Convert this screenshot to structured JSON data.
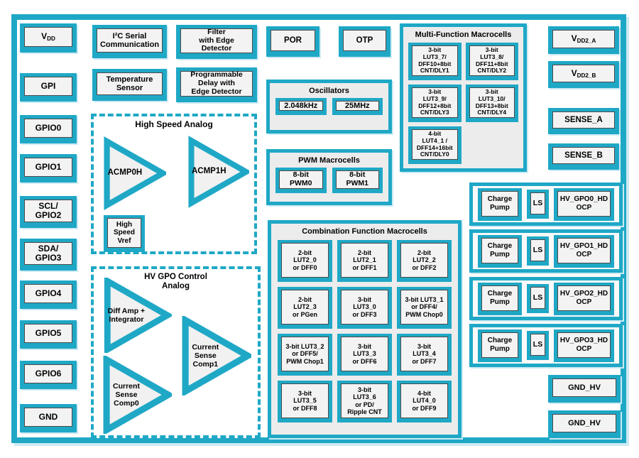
{
  "colors": {
    "teal": "#1fa8c6",
    "core_bg": "#f3f3f3",
    "core_border": "#4a4a4a",
    "group_bg": "#ececec"
  },
  "left_pins": [
    {
      "pre": "V",
      "sub": "DD"
    },
    {
      "label": "GPI"
    },
    {
      "label": "GPIO0"
    },
    {
      "label": "GPIO1"
    },
    {
      "label": "SCL/\nGPIO2"
    },
    {
      "label": "SDA/\nGPIO3"
    },
    {
      "label": "GPIO4"
    },
    {
      "label": "GPIO5"
    },
    {
      "label": "GPIO6"
    },
    {
      "label": "GND"
    }
  ],
  "top": {
    "i2c": "I²C Serial\nCommunication",
    "filter": "Filter\nwith Edge\nDetector",
    "temperature": "Temperature\nSensor",
    "prog_delay": "Programmable\nDelay with\nEdge Detector",
    "por": "POR",
    "otp": "OTP"
  },
  "oscillators": {
    "title": "Oscillators",
    "items": [
      "2.048kHz",
      "25MHz"
    ]
  },
  "pwm": {
    "title": "PWM Macrocells",
    "items": [
      "8-bit\nPWM0",
      "8-bit\nPWM1"
    ]
  },
  "high_speed_analog": {
    "title": "High Speed Analog",
    "acmp0": "ACMP0H",
    "acmp1": "ACMP1H",
    "vref": "High\nSpeed\nVref"
  },
  "hv_gpo_analog": {
    "title": "HV GPO Control\nAnalog",
    "diff_amp": "Diff Amp +\nIntegrator",
    "comp1": "Current\nSense\nComp1",
    "comp0": "Current\nSense\nComp0"
  },
  "multi_function": {
    "title": "Multi-Function Macrocells",
    "cells": [
      "3-bit\nLUT3_7/\nDFF10+8bit\nCNT/DLY1",
      "3-bit\nLUT3_8/\nDFF11+8bit\nCNT/DLY2",
      "3-bit\nLUT3_9/\nDFF12+8bit\nCNT/DLY3",
      "3-bit\nLUT3_10/\nDFF13+8bit\nCNT/DLY4",
      "4-bit\nLUT4_1 /\nDFF14+16bit\nCNT/DLY0"
    ]
  },
  "combination": {
    "title": "Combination Function Macrocells",
    "cells": [
      "2-bit\nLUT2_0\nor DFF0",
      "2-bit\nLUT2_1\nor DFF1",
      "2-bit\nLUT2_2\nor DFF2",
      "2-bit\nLUT2_3\nor PGen",
      "3-bit\nLUT3_0\nor DFF3",
      "3-bit LUT3_1\nor DFF4/\nPWM Chop0",
      "3-bit LUT3_2\nor DFF5/\nPWM Chop1",
      "3-bit\nLUT3_3\nor DFF6",
      "3-bit\nLUT3_4\nor DFF7",
      "3-bit\nLUT3_5\nor DFF8",
      "3-bit\nLUT3_6\nor PD/\nRipple CNT",
      "4-bit\nLUT4_0\nor DFF9"
    ]
  },
  "right_pins": [
    {
      "pre": "V",
      "sub": "DD2_A"
    },
    {
      "pre": "V",
      "sub": "DD2_B"
    },
    {
      "label": "SENSE_A"
    },
    {
      "label": "SENSE_B"
    }
  ],
  "charge_rows": [
    {
      "pump": "Charge\nPump",
      "ls": "LS",
      "out": "HV_GPO0_HD\nOCP"
    },
    {
      "pump": "Charge\nPump",
      "ls": "LS",
      "out": "HV_GPO1_HD\nOCP"
    },
    {
      "pump": "Charge\nPump",
      "ls": "LS",
      "out": "HV_GPO2_HD\nOCP"
    },
    {
      "pump": "Charge\nPump",
      "ls": "LS",
      "out": "HV_GPO3_HD\nOCP"
    }
  ],
  "gnd_hv": [
    "GND_HV",
    "GND_HV"
  ]
}
